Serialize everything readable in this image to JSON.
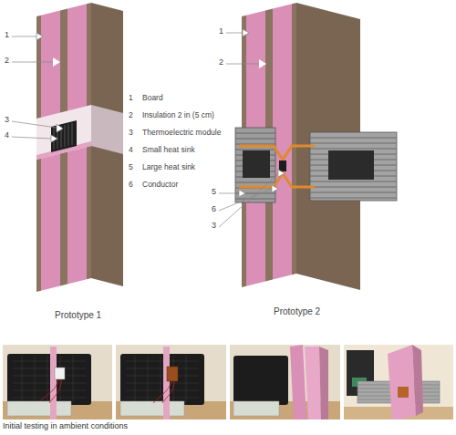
{
  "diagram": {
    "caption": "Initial testing in ambient conditions",
    "labels": [
      "1",
      "2",
      "3",
      "4",
      "1",
      "Board",
      "2",
      "Insulation 2 in (5 cm)",
      "3",
      "Thermoelectric module",
      "4",
      "Small heat sink",
      "5",
      "Large heat sink",
      "6",
      "Conductor",
      "Prototype 1",
      "1",
      "2",
      "5",
      "6",
      "3",
      "Prototype 2"
    ]
  }
}
